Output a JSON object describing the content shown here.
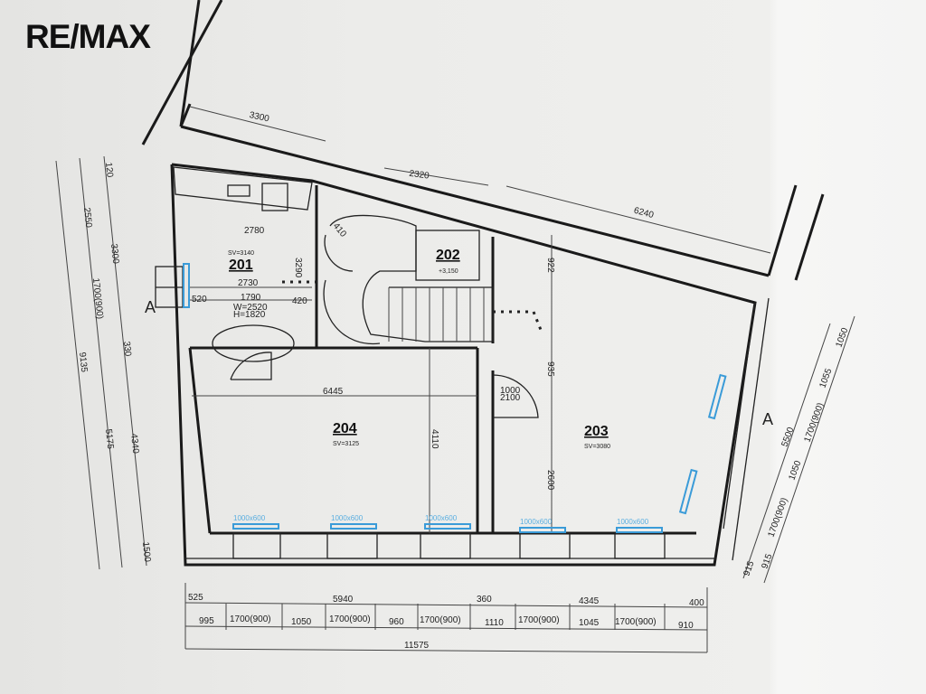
{
  "logo": "RE/MAX",
  "rooms": [
    {
      "number": "201",
      "sv": "SV=3140"
    },
    {
      "number": "202",
      "sv": "+3,150"
    },
    {
      "number": "203",
      "sv": "SV=3080"
    },
    {
      "number": "204",
      "sv": "SV=3125"
    }
  ],
  "section_marker": "A",
  "top_dims": {
    "d1": "3300",
    "d2": "2320",
    "d3": "6240"
  },
  "room201_dims": {
    "counter": "2780",
    "width": "2730",
    "inner": "1790",
    "left": "520",
    "right": "420",
    "door_w": "W=2520",
    "door_h": "H=1820",
    "height": "3290",
    "stair": "410"
  },
  "room204_dims": {
    "width": "6445",
    "depth": "4110"
  },
  "room203_dims": {
    "door": "1000",
    "door_h": "2100",
    "depth": "2600",
    "top": "922",
    "mid": "935"
  },
  "window_label": "1000x600",
  "bottom_dims": {
    "row1": [
      "525",
      "5940",
      "360",
      "4345",
      "400"
    ],
    "row2": [
      "995",
      "1700(900)",
      "1050",
      "1700(900)",
      "960",
      "1700(900)",
      "1110",
      "1700(900)",
      "1045",
      "1700(900)",
      "910"
    ],
    "total": "11575"
  },
  "left_dims": [
    "120",
    "2550",
    "3300",
    "1700(900)",
    "330",
    "9135",
    "5175",
    "4340",
    "1500"
  ],
  "right_dims": [
    "1050",
    "1055",
    "1700(900)",
    "5500",
    "1050",
    "1700(900)",
    "915",
    "915"
  ]
}
